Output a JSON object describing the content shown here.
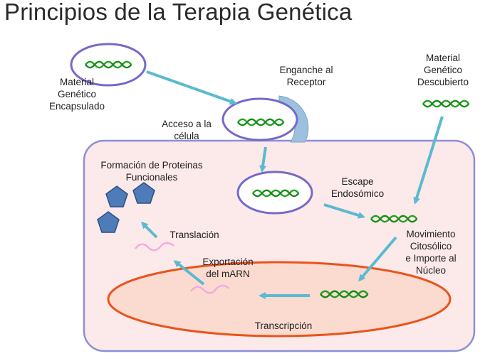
{
  "title": "Principios de la Terapia Genética",
  "labels": {
    "encapsulated": [
      "Material",
      "Genético",
      "Encapsulado"
    ],
    "receptor": [
      "Enganche al",
      "Receptor"
    ],
    "naked": [
      "Material",
      "Genético",
      "Descubierto"
    ],
    "cell_access": [
      "Acceso a la",
      "célula"
    ],
    "proteins": [
      "Formación de Proteinas",
      "Funcionales"
    ],
    "escape": [
      "Escape",
      "Endosómico"
    ],
    "translation": "Translación",
    "movement": [
      "Movimiento",
      "Citosólico",
      "e Importe al",
      "Núcleo"
    ],
    "export": [
      "Exportación",
      "del mARN"
    ],
    "transcription": "Transcripción"
  },
  "colors": {
    "cell_fill": "#fce9ea",
    "cell_stroke": "#8c8fd6",
    "vesicle_stroke": "#7769c9",
    "nucleus_fill": "#fbdbd0",
    "nucleus_stroke": "#e9541a",
    "arrow": "#5bbad0",
    "dna": "#20a020",
    "mrna": "#f5a9e0",
    "protein": "#4d7cb8",
    "receptor": "#9cc0de"
  }
}
